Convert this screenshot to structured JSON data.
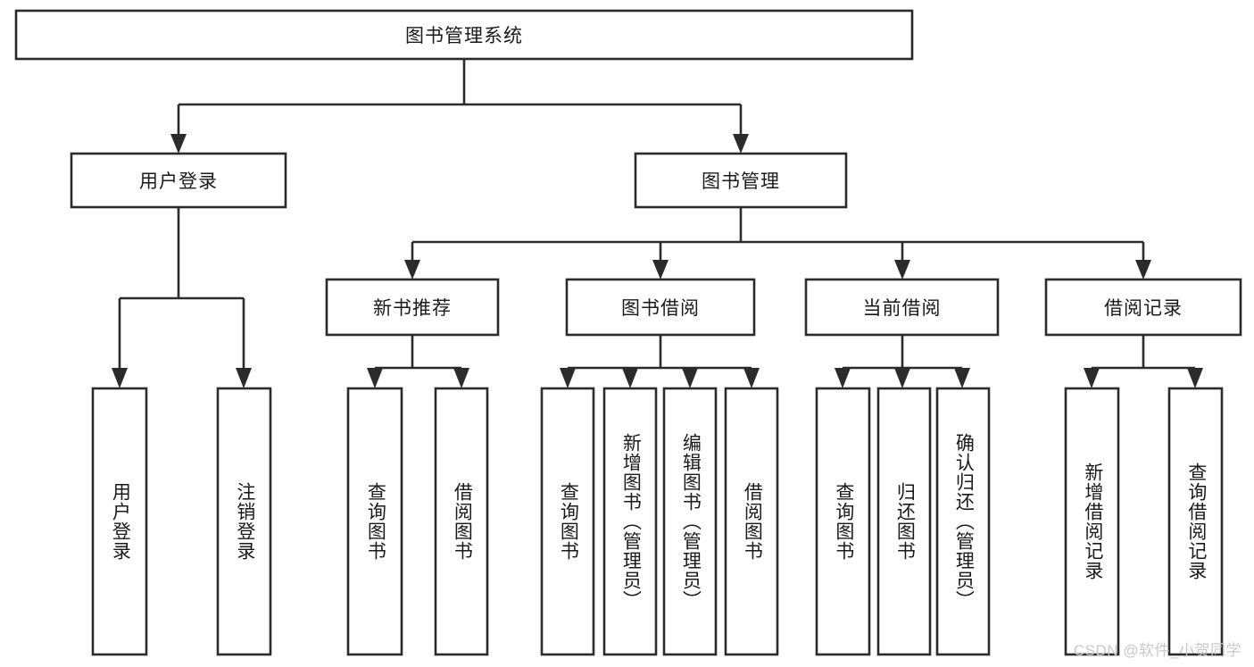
{
  "diagram": {
    "type": "tree-hierarchy-chart",
    "title": "图书管理系统",
    "background_color": "#ffffff",
    "line_color": "#2b2b2b",
    "text_color": "#1a1a1a",
    "root": {
      "id": "root",
      "label": "图书管理系统",
      "orientation": "horizontal"
    },
    "level2": [
      {
        "id": "user-login",
        "label": "用户登录",
        "orientation": "horizontal"
      },
      {
        "id": "book-manage",
        "label": "图书管理",
        "orientation": "horizontal"
      }
    ],
    "level3": [
      {
        "id": "new-book-recommend",
        "label": "新书推荐",
        "orientation": "horizontal",
        "parent": "book-manage"
      },
      {
        "id": "book-borrow",
        "label": "图书借阅",
        "orientation": "horizontal",
        "parent": "book-manage"
      },
      {
        "id": "current-borrow",
        "label": "当前借阅",
        "orientation": "horizontal",
        "parent": "book-manage"
      },
      {
        "id": "borrow-record",
        "label": "借阅记录",
        "orientation": "horizontal",
        "parent": "book-manage"
      }
    ],
    "leaves": [
      {
        "id": "leaf-user-login",
        "label": "用户登录",
        "orientation": "vertical",
        "parent": "user-login"
      },
      {
        "id": "leaf-logout",
        "label": "注销登录",
        "orientation": "vertical",
        "parent": "user-login"
      },
      {
        "id": "leaf-query-book-1",
        "label": "查询图书",
        "orientation": "vertical",
        "parent": "new-book-recommend"
      },
      {
        "id": "leaf-borrow-book-1",
        "label": "借阅图书",
        "orientation": "vertical",
        "parent": "new-book-recommend"
      },
      {
        "id": "leaf-query-book-2",
        "label": "查询图书",
        "orientation": "vertical",
        "parent": "book-borrow"
      },
      {
        "id": "leaf-add-book",
        "label": "新增图书（管理员）",
        "orientation": "vertical",
        "parent": "book-borrow"
      },
      {
        "id": "leaf-edit-book",
        "label": "编辑图书（管理员）",
        "orientation": "vertical",
        "parent": "book-borrow"
      },
      {
        "id": "leaf-borrow-book-2",
        "label": "借阅图书",
        "orientation": "vertical",
        "parent": "book-borrow"
      },
      {
        "id": "leaf-query-book-3",
        "label": "查询图书",
        "orientation": "vertical",
        "parent": "current-borrow"
      },
      {
        "id": "leaf-return-book",
        "label": "归还图书",
        "orientation": "vertical",
        "parent": "current-borrow"
      },
      {
        "id": "leaf-confirm-return",
        "label": "确认归还（管理员）",
        "orientation": "vertical",
        "parent": "current-borrow"
      },
      {
        "id": "leaf-add-record",
        "label": "新增借阅记录",
        "orientation": "vertical",
        "parent": "borrow-record"
      },
      {
        "id": "leaf-query-record",
        "label": "查询借阅记录",
        "orientation": "vertical",
        "parent": "borrow-record"
      }
    ]
  },
  "watermark": {
    "text": "CSDN @软件_小贺同学"
  }
}
